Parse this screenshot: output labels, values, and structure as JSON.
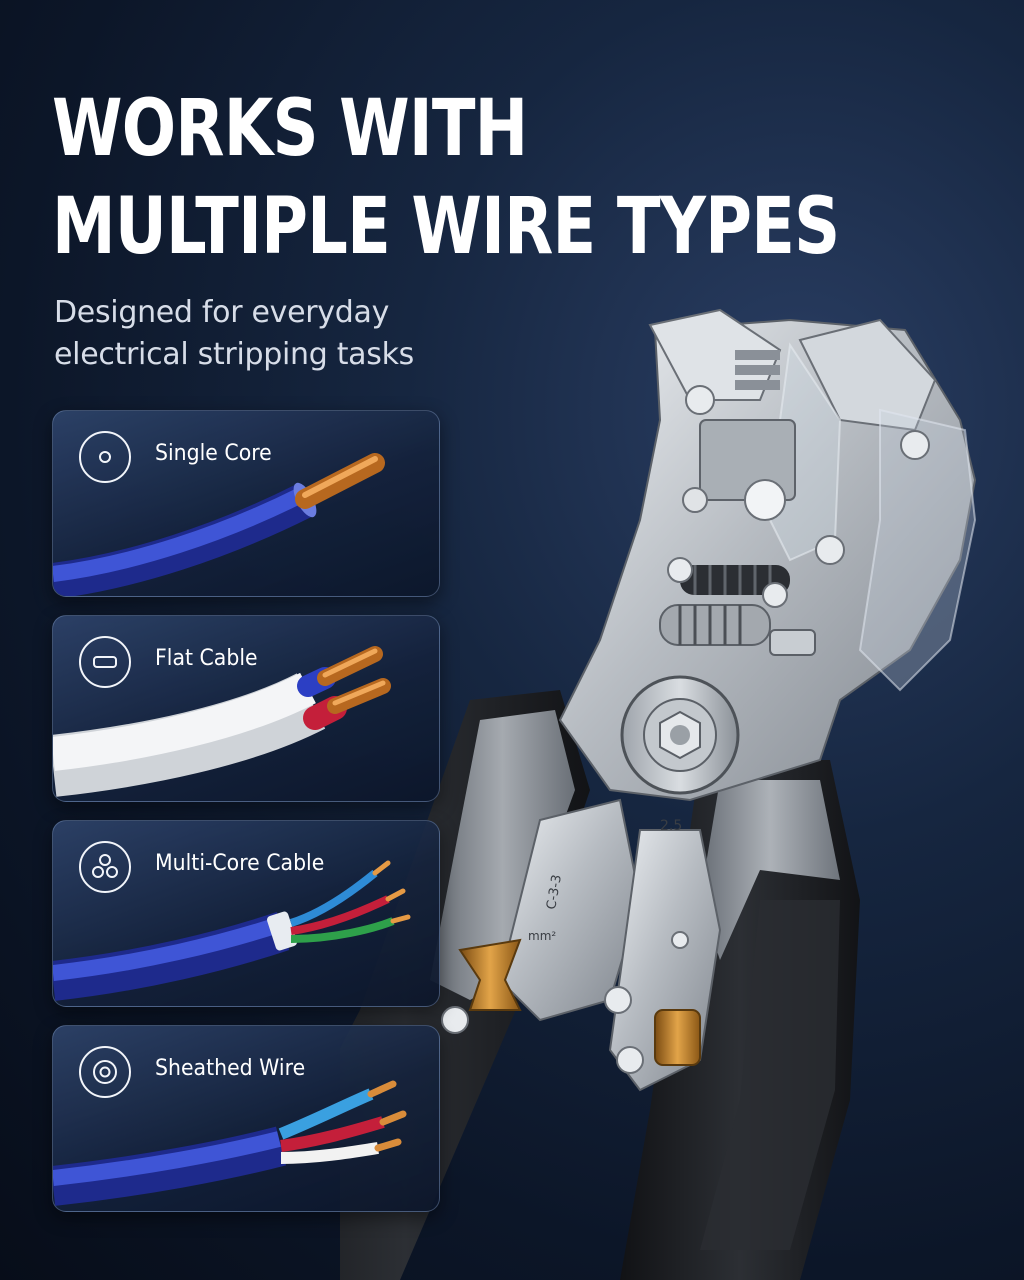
{
  "headline": {
    "line1": "WORKS WITH",
    "line2": "MULTIPLE WIRE TYPES"
  },
  "subtitle": {
    "line1": "Designed for everyday",
    "line2": "electrical stripping tasks"
  },
  "cards": [
    {
      "label": "Single Core",
      "icon": "single-core-icon"
    },
    {
      "label": "Flat Cable",
      "icon": "flat-cable-icon"
    },
    {
      "label": "Multi-Core Cable",
      "icon": "multi-core-icon"
    },
    {
      "label": "Sheathed Wire",
      "icon": "sheathed-wire-icon"
    }
  ],
  "tool_markings": {
    "scale_1": "2.5",
    "scale_2": "C-3-3",
    "unit": "mm²"
  },
  "colors": {
    "background": "#0c1628",
    "blue_insulation": "#2a3fbf",
    "copper": "#d98c3a",
    "handle_grey": "#8e949c",
    "handle_black": "#1e2024"
  }
}
